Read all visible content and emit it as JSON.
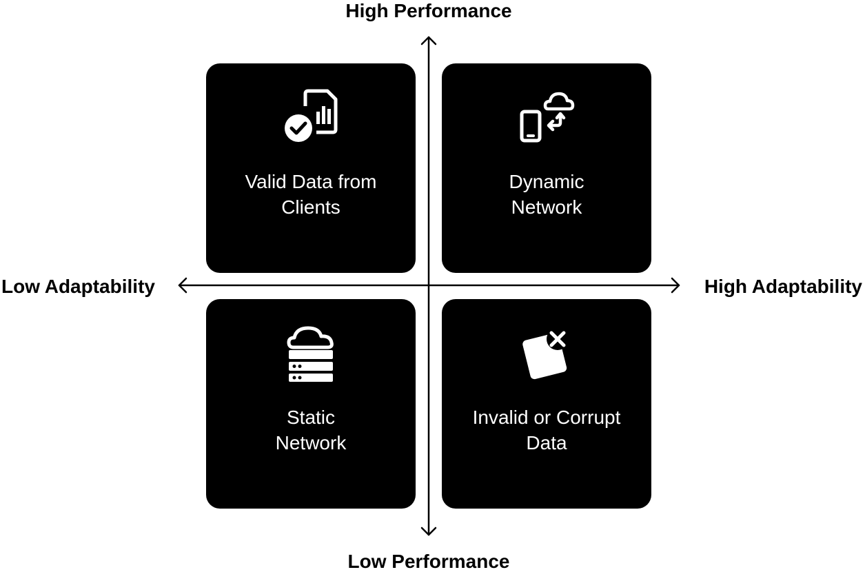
{
  "axes": {
    "top": "High Performance",
    "bottom": "Low Performance",
    "left": "Low Adaptability",
    "right": "High Adaptability"
  },
  "quadrants": {
    "top_left": {
      "line1": "Valid Data from",
      "line2": "Clients",
      "icon": "data-report-check-icon"
    },
    "top_right": {
      "line1": "Dynamic",
      "line2": "Network",
      "icon": "phone-cloud-sync-icon"
    },
    "bottom_left": {
      "line1": "Static",
      "line2": "Network",
      "icon": "cloud-server-icon"
    },
    "bottom_right": {
      "line1": "Invalid or Corrupt",
      "line2": "Data",
      "icon": "document-x-icon"
    }
  },
  "colors": {
    "background": "#ffffff",
    "box": "#000000",
    "box_text": "#ffffff",
    "axis": "#000000"
  }
}
